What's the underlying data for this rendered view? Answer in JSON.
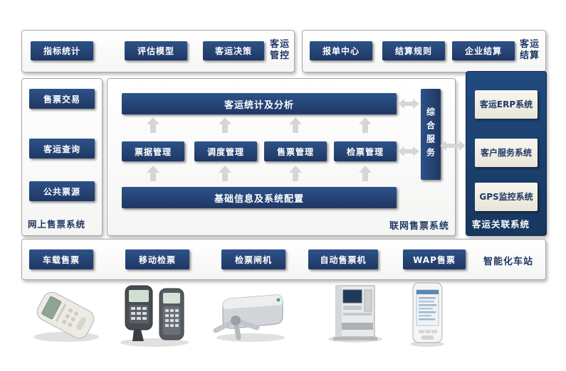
{
  "colors": {
    "node_navy": "#1F3864",
    "panel_navy": "#17375E",
    "light_node_bg": "#EEECE1",
    "arrow_gray": "#D6D6D6",
    "label_navy": "#1F3864"
  },
  "control_panel": {
    "label": "客运管控",
    "items": [
      "指标统计",
      "评估模型",
      "客运决策"
    ]
  },
  "settlement_panel": {
    "label": "客运结算",
    "items": [
      "报单中心",
      "结算规则",
      "企业结算"
    ]
  },
  "online_panel": {
    "label": "网上售票系统",
    "items": [
      "售票交易",
      "客运查询",
      "公共票源"
    ]
  },
  "network_panel": {
    "label": "联网售票系统",
    "top_node": "客运统计及分析",
    "middle_nodes": [
      "票据管理",
      "调度管理",
      "售票管理",
      "检票管理"
    ],
    "bottom_node": "基础信息及系统配置",
    "side_node": "综合服务"
  },
  "related_panel": {
    "label": "客运关联系统",
    "items": [
      "客运ERP系统",
      "客户服务系统",
      "GPS监控系统"
    ]
  },
  "station_panel": {
    "label": "智能化车站",
    "items": [
      "车载售票",
      "移动检票",
      "检票闸机",
      "自动售票机",
      "WAP售票"
    ]
  },
  "devices": [
    "handheld-pos",
    "mobile-scanner",
    "turnstile-gate",
    "ticket-vending-machine",
    "wap-phone"
  ]
}
